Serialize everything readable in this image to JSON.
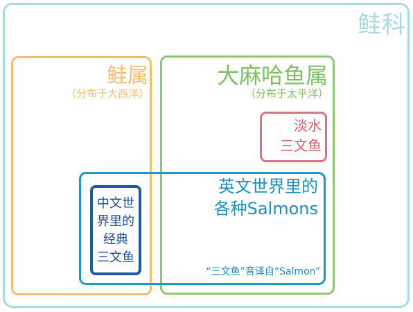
{
  "family": {
    "title": "鲑科"
  },
  "salmo": {
    "title": "鲑属",
    "subtitle": "（分布于大西洋）"
  },
  "oncorhynchus": {
    "title": "大麻哈鱼属",
    "subtitle": "（分布于太平洋）"
  },
  "freshwater": {
    "line1": "淡水",
    "line2": "三文鱼"
  },
  "english": {
    "line1": "英文世界里的",
    "line2": "各种Salmons",
    "note": "“三文鱼”音译自“Salmon”"
  },
  "chinese": {
    "line1": "中文世",
    "line2": "界里的",
    "line3": "经典",
    "line4": "三文鱼"
  },
  "colors": {
    "family": "#a6dbe5",
    "salmo": "#f5bd70",
    "oncorhynchus": "#8cc870",
    "freshwater": "#d97381",
    "english": "#1b99c9",
    "chinese": "#1a5aa0"
  }
}
